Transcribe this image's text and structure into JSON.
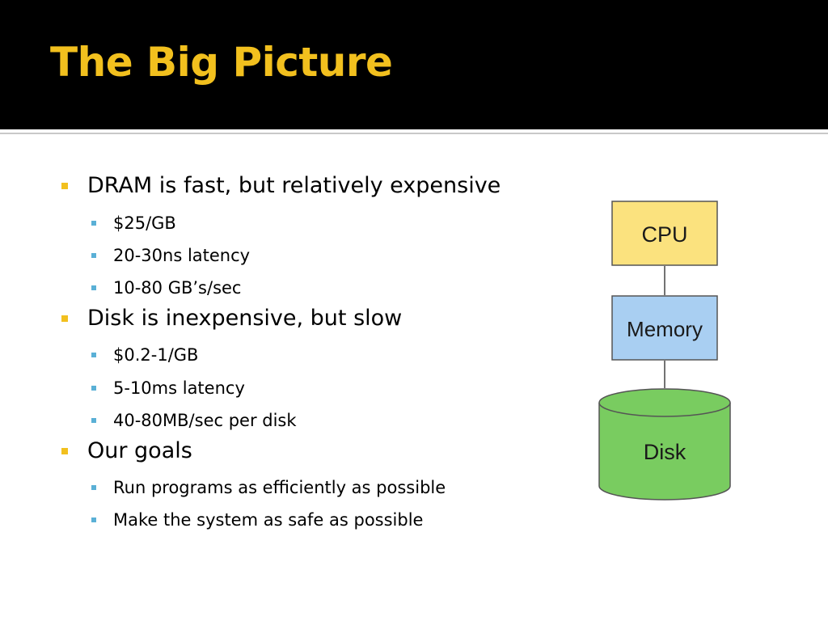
{
  "slide": {
    "title": "The Big Picture",
    "bullets": [
      {
        "text": "DRAM is fast, but relatively expensive",
        "subitems": [
          "$25/GB",
          "20-30ns latency",
          "10-80 GB’s/sec"
        ]
      },
      {
        "text": "Disk is inexpensive, but slow",
        "subitems": [
          "$0.2-1/GB",
          "5-10ms latency",
          "40-80MB/sec per disk"
        ]
      },
      {
        "text": "Our goals",
        "subitems": [
          "Run programs as efficiently as possible",
          "Make the system as safe as possible"
        ]
      }
    ]
  },
  "diagram": {
    "cpu_label": "CPU",
    "memory_label": "Memory",
    "disk_label": "Disk"
  },
  "colors": {
    "title_bar": "#000000",
    "title_text": "#f2c01e",
    "bullet_l1": "#f2c01e",
    "bullet_l2": "#5ab0d6",
    "cpu_fill": "#fbe27e",
    "memory_fill": "#a9cff2",
    "disk_fill": "#79cc60"
  }
}
